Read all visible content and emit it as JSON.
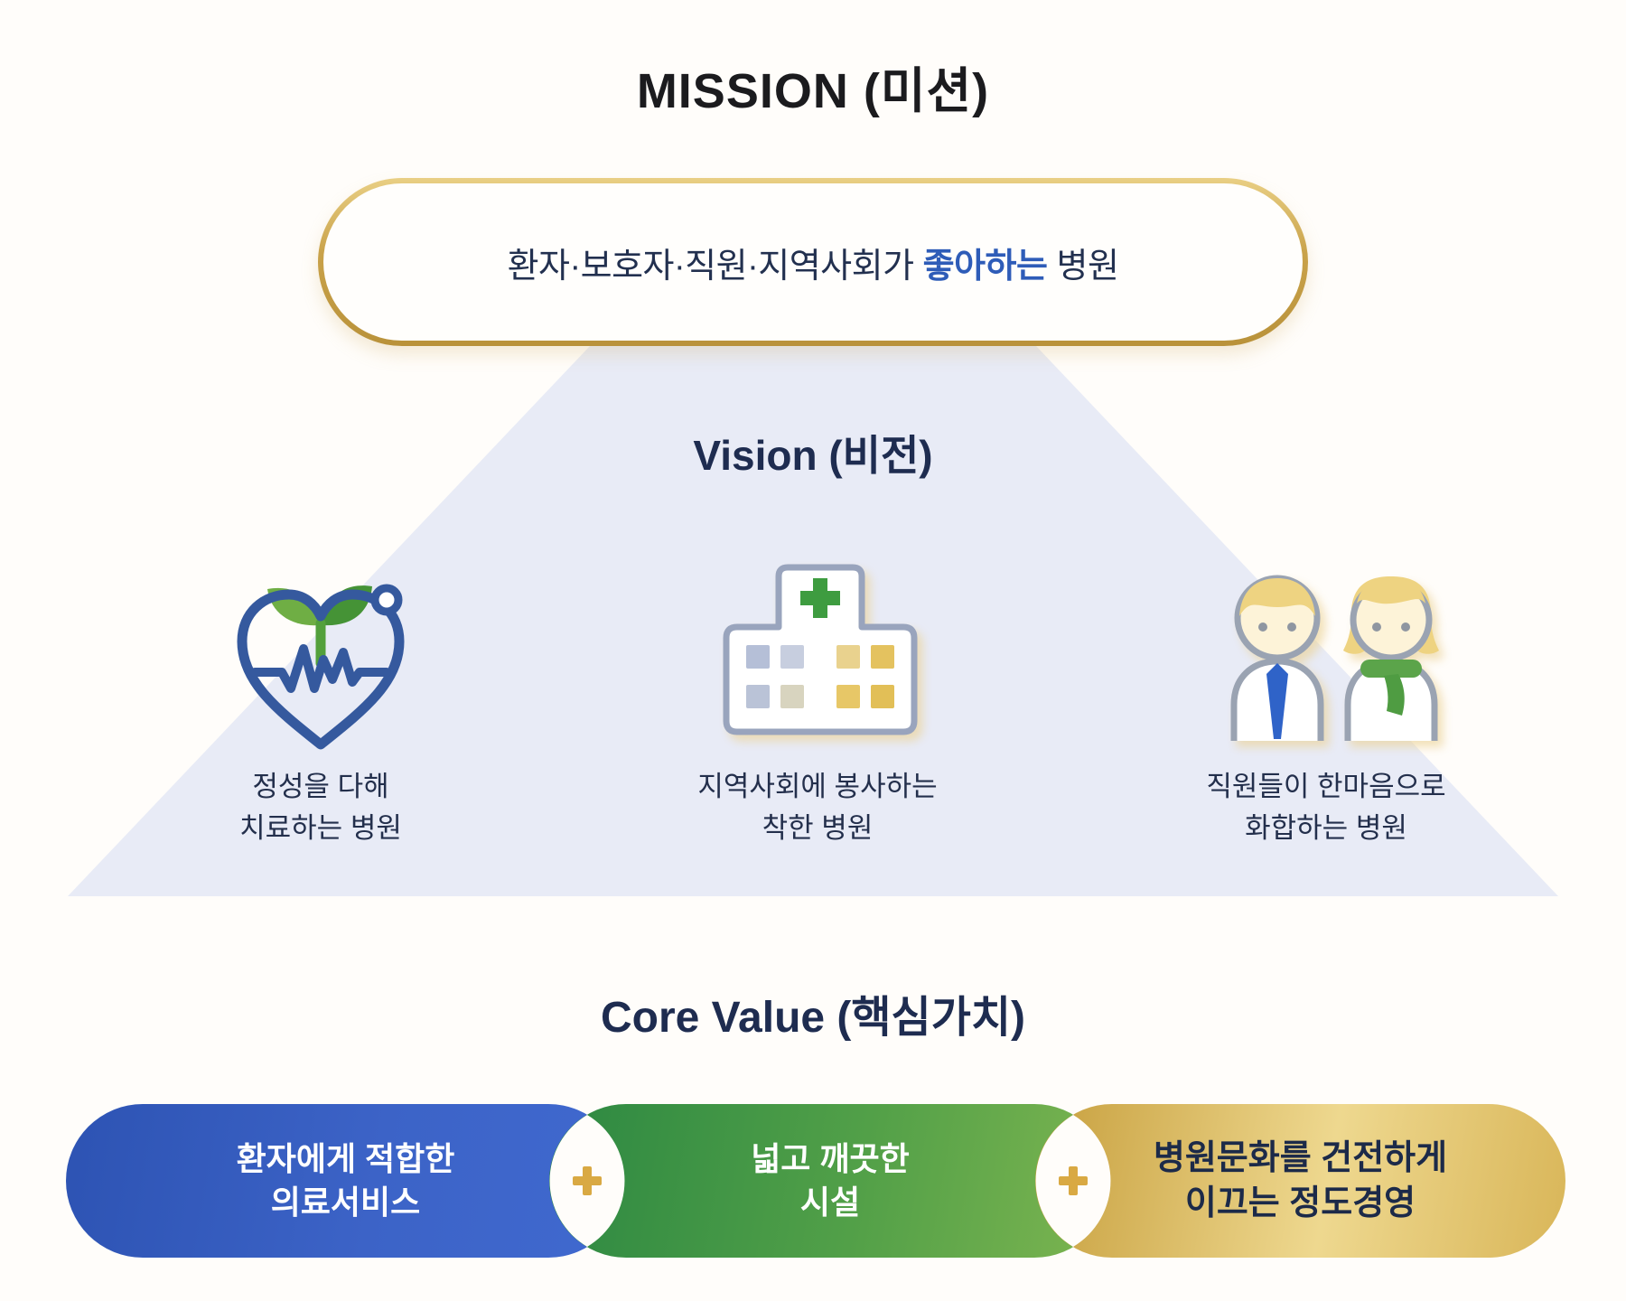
{
  "mission": {
    "title": "MISSION (미션)",
    "statement_prefix": "환자·보호자·직원·지역사회가 ",
    "statement_highlight": "좋아하는",
    "statement_suffix": " 병원"
  },
  "vision": {
    "title": "Vision (비전)",
    "items": [
      {
        "icon": "heart-ecg-sprout-icon",
        "line1": "정성을 다해",
        "line2": "치료하는 병원"
      },
      {
        "icon": "hospital-building-icon",
        "line1": "지역사회에 봉사하는",
        "line2": "착한 병원"
      },
      {
        "icon": "staff-people-icon",
        "line1": "직원들이 한마음으로",
        "line2": "화합하는 병원"
      }
    ]
  },
  "core_value": {
    "title": "Core Value (핵심가치)",
    "plus_symbol": "+",
    "items": [
      {
        "line1": "환자에게 적합한",
        "line2": "의료서비스",
        "color": "#3a62c4"
      },
      {
        "line1": "넓고 깨끗한",
        "line2": "시설",
        "color": "#4f9d4a"
      },
      {
        "line1": "병원문화를 건전하게",
        "line2": "이끄는 정도경영",
        "color": "#d9b659"
      }
    ]
  },
  "colors": {
    "gold_border": "#c9a24a",
    "navy_text": "#1e2c50",
    "highlight_blue": "#2e5cb8",
    "triangle_fill": "#e8ebf6",
    "plus_gold": "#d9a943",
    "icon_blue_stroke": "#35599e",
    "icon_green": "#3f9a3f"
  }
}
